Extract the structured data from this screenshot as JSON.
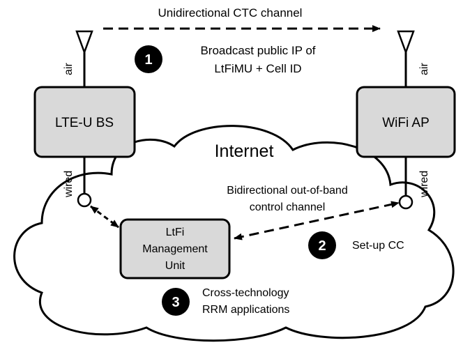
{
  "top_channel_label": "Unidirectional CTC channel",
  "step1": {
    "number": "1",
    "line1": "Broadcast public IP of",
    "line2": "LtFiMU + Cell ID"
  },
  "lte_bs": {
    "label": "LTE-U BS",
    "antenna_label": "air",
    "wire_label": "wired"
  },
  "wifi_ap": {
    "label": "WiFi AP",
    "antenna_label": "air",
    "wire_label": "wired"
  },
  "internet_label": "Internet",
  "oob_channel": {
    "line1": "Bidirectional out-of-band",
    "line2": "control channel"
  },
  "mgmt_unit": {
    "line1": "LtFi",
    "line2": "Management",
    "line3": "Unit"
  },
  "step2": {
    "number": "2",
    "label": "Set-up CC"
  },
  "step3": {
    "number": "3",
    "line1": "Cross-technology",
    "line2": "RRM applications"
  },
  "colors": {
    "box_fill": "#d9d9d9",
    "stroke": "#000000",
    "badge": "#000000"
  }
}
